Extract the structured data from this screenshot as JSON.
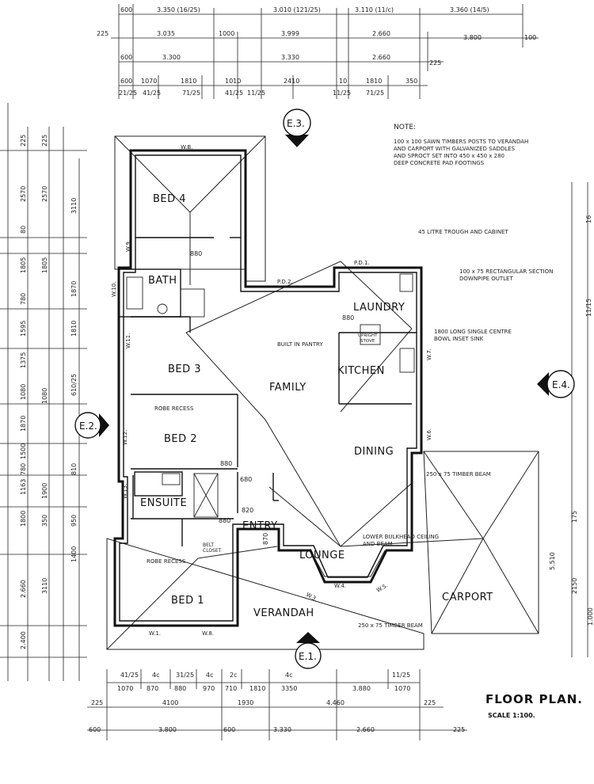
{
  "rooms": {
    "bed4": "BED 4",
    "bath": "BATH",
    "bed3": "BED 3",
    "bed2": "BED 2",
    "ensuite": "ENSUITE",
    "bed1": "BED 1",
    "family": "FAMILY",
    "laundry": "LAUNDRY",
    "kitchen": "KITCHEN",
    "dining": "DINING",
    "entry": "ENTRY",
    "lounge": "LOUNGE",
    "verandah": "VERANDAH",
    "carport": "CARPORT"
  },
  "elevation_markers": {
    "e1": "E.1.",
    "e2": "E.2.",
    "e3": "E.3.",
    "e4": "E.4."
  },
  "title": {
    "main": "FLOOR PLAN.",
    "scale": "SCALE  1:100."
  },
  "notes": {
    "heading": "NOTE:",
    "line1": "100 x 100 SAWN TIMBERS POSTS TO VERANDAH",
    "line2": "AND CARPORT WITH GALVANIZED SADDLES",
    "line3": "AND SPROCT SET INTO 450 x 450 x 280",
    "line4": "DEEP CONCRETE PAD FOOTINGS",
    "trough": "45 LITRE TROUGH AND CABINET",
    "downpipe1": "100 x 75 RECTANGULAR SECTION",
    "downpipe2": "DOWNPIPE OUTLET",
    "sink1": "1800 LONG SINGLE CENTRE",
    "sink2": "BOWL INSET SINK",
    "pantry": "BUILT IN PANTRY",
    "cupboard1": "UPRIGHT",
    "cupboard2": "STOVE",
    "robe2": "ROBE RECESS",
    "robe1": "ROBE RECESS",
    "belt": "BELT",
    "closet": "CLOSET",
    "beam1": "250 x 75 TIMBER BEAM",
    "beam2": "250 x 75 TIMBER BEAM",
    "bulkhead1": "LOWER BULKHEAD CEILING",
    "bulkhead2": "AND BEAM"
  },
  "windows": {
    "wb_top": "W.B.",
    "w9": "W.9.",
    "w10": "W.10.",
    "w11": "W.11.",
    "w12": "W.12.",
    "w13": "W.13.",
    "w1": "W.1.",
    "w8": "W.8.",
    "w3": "W.3.",
    "w4": "W.4.",
    "w5": "W.5.",
    "w6": "W.6.",
    "w7": "W.7.",
    "pd1": "P.D.1.",
    "pd2": "P.D.2."
  },
  "dims_top": {
    "r1": [
      "600",
      "3.350 (16/25)",
      "3.010 (121/25)",
      "3.110 (11/c)",
      "3.360 (14/5)"
    ],
    "r2": [
      "225",
      "3.035",
      "1000",
      "3.999",
      "2.660",
      "3.800",
      "100"
    ],
    "r3": [
      "600",
      "3.300",
      "3.330",
      "2.660",
      "225"
    ],
    "r4": [
      "600",
      "1070",
      "1810",
      "1010",
      "2410",
      "10",
      "1810",
      "350"
    ],
    "r5": [
      "21/25",
      "41/25",
      "71/25",
      "41/25",
      "11/25",
      "71/25",
      "11/25"
    ]
  },
  "dims_bottom": {
    "r1": [
      "41/25",
      "4c",
      "31/25",
      "4c",
      "2c",
      "4c",
      "11/25"
    ],
    "r2": [
      "1070",
      "870",
      "880",
      "970",
      "710",
      "1810",
      "3350",
      "3.880",
      "1070"
    ],
    "r3": [
      "225",
      "4100",
      "1930",
      "4.460",
      "225"
    ],
    "r4": [
      "600",
      "3.800",
      "600",
      "3.330",
      "2.660",
      "225"
    ]
  },
  "dims_left": {
    "a": [
      "225",
      "2570",
      "80",
      "1805",
      "780",
      "1595",
      "1375",
      "1080",
      "1870",
      "1500",
      "780",
      "1163",
      "1800",
      "2.660",
      "2.400"
    ],
    "b": [
      "225",
      "2570",
      "1805",
      "1080",
      "1900",
      "350",
      "3110"
    ],
    "c": [
      "3110",
      "610/25",
      "1810",
      "1870",
      "810",
      "950",
      "1400"
    ]
  },
  "dims_right": {
    "a": [
      "16",
      "11/15",
      "5.510",
      "175",
      "2150",
      "1.000"
    ]
  },
  "misc_dims": {
    "d880a": "880",
    "d880b": "880",
    "d880c": "880",
    "d880d": "880",
    "d680": "680",
    "d870": "870",
    "d820": "820"
  }
}
